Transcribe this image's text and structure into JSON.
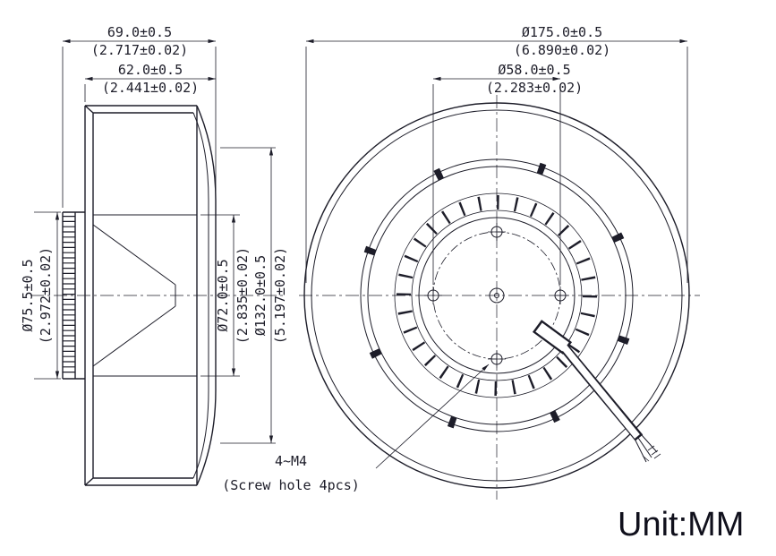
{
  "drawing": {
    "unit_label": "Unit:MM",
    "dimensions": {
      "depth_total_mm": "69.0±0.5",
      "depth_total_in": "(2.717±0.02)",
      "depth_body_mm": "62.0±0.5",
      "depth_body_in": "(2.441±0.02)",
      "outer_dia_mm": "Ø175.0±0.5",
      "outer_dia_in": "(6.890±0.02)",
      "bolt_circle_mm": "Ø58.0±0.5",
      "bolt_circle_in": "(2.283±0.02)",
      "hub_dia_mm": "Ø75.5±0.5",
      "hub_dia_in": "(2.972±0.02)",
      "rotor_hub_dia_mm": "Ø72.0±0.5",
      "rotor_hub_dia_in": "(2.835±0.02)",
      "inlet_ring_dia_mm": "Ø132.0±0.5",
      "inlet_ring_dia_in": "(5.197±0.02)"
    },
    "screw_note": {
      "line1": "4~M4",
      "line2": "(Screw hole 4pcs)"
    }
  }
}
